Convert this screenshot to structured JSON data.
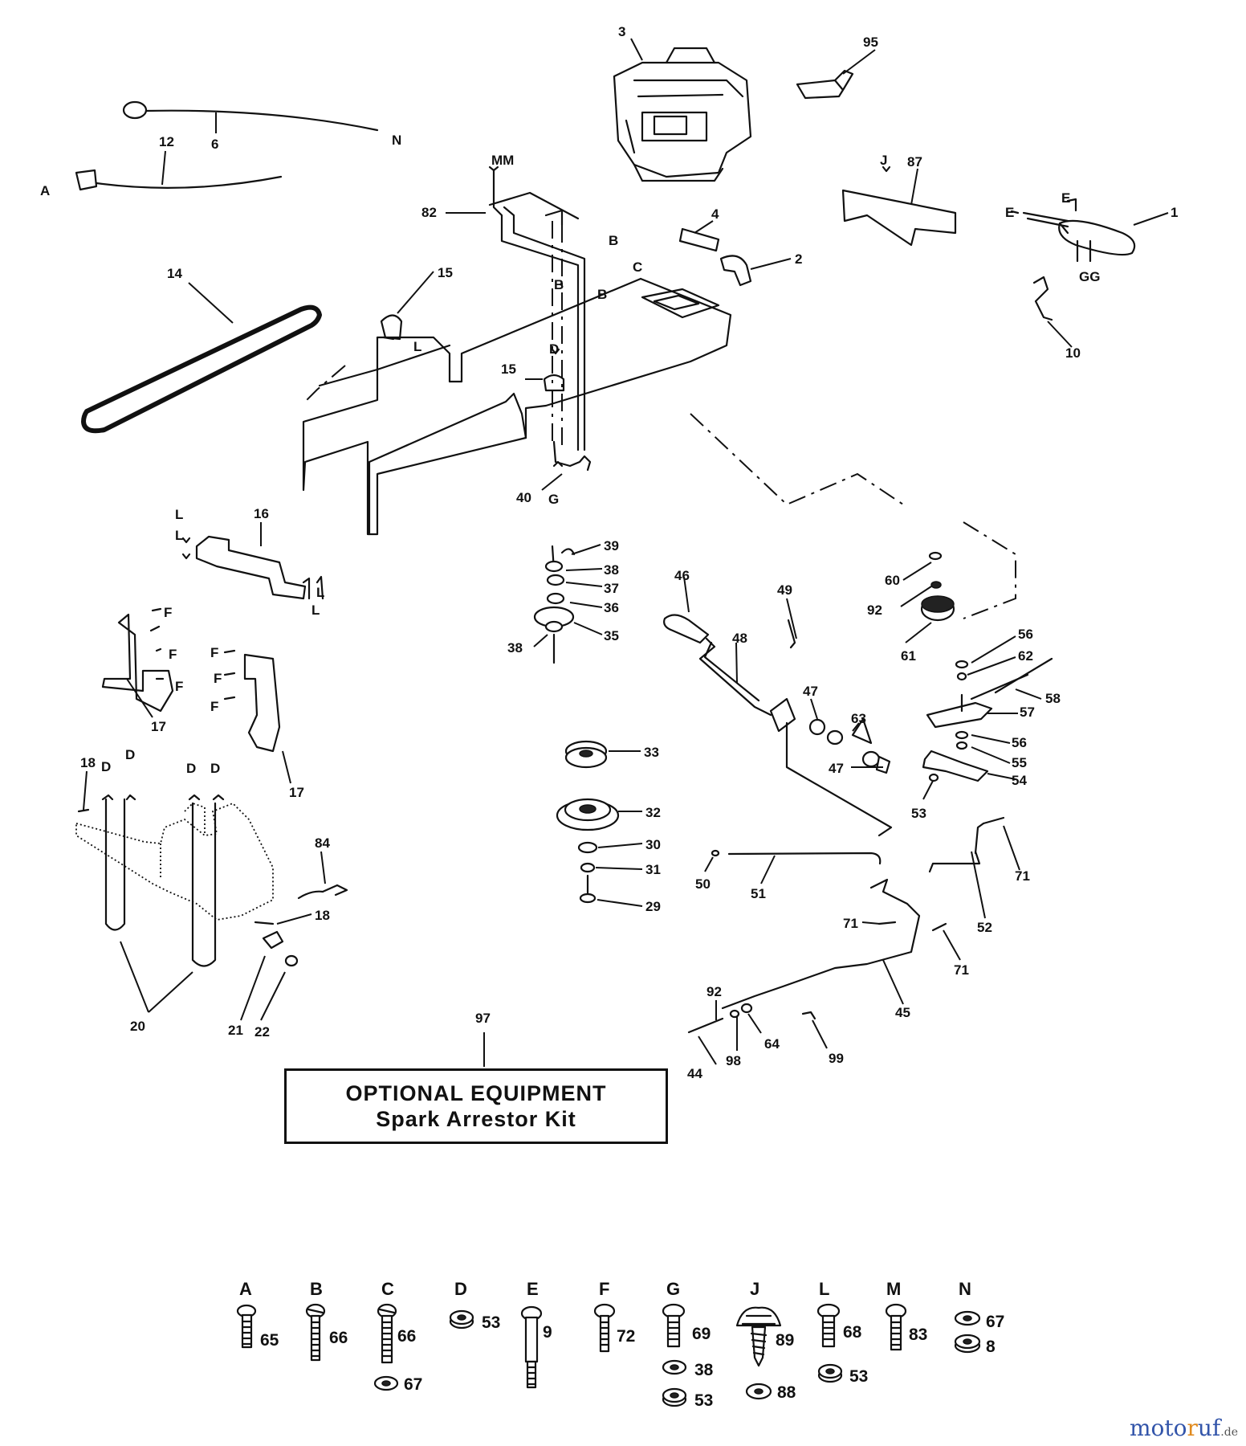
{
  "optional_box": {
    "line1": "OPTIONAL EQUIPMENT",
    "line2": "Spark Arrestor Kit",
    "ref": "97"
  },
  "parts": [
    {
      "id": "p3",
      "label": "3"
    },
    {
      "id": "p95",
      "label": "95"
    },
    {
      "id": "p6",
      "label": "6"
    },
    {
      "id": "p12",
      "label": "12"
    },
    {
      "id": "p82",
      "label": "82"
    },
    {
      "id": "p87",
      "label": "87"
    },
    {
      "id": "p1",
      "label": "1"
    },
    {
      "id": "p4",
      "label": "4"
    },
    {
      "id": "p2",
      "label": "2"
    },
    {
      "id": "p10",
      "label": "10"
    },
    {
      "id": "p14",
      "label": "14"
    },
    {
      "id": "p15a",
      "label": "15"
    },
    {
      "id": "p15b",
      "label": "15"
    },
    {
      "id": "p40",
      "label": "40"
    },
    {
      "id": "p16",
      "label": "16"
    },
    {
      "id": "p17a",
      "label": "17"
    },
    {
      "id": "p17b",
      "label": "17"
    },
    {
      "id": "p18a",
      "label": "18"
    },
    {
      "id": "p18b",
      "label": "18"
    },
    {
      "id": "p84",
      "label": "84"
    },
    {
      "id": "p20",
      "label": "20"
    },
    {
      "id": "p21",
      "label": "21"
    },
    {
      "id": "p22",
      "label": "22"
    },
    {
      "id": "p39",
      "label": "39"
    },
    {
      "id": "p38a",
      "label": "38"
    },
    {
      "id": "p37",
      "label": "37"
    },
    {
      "id": "p36",
      "label": "36"
    },
    {
      "id": "p38b",
      "label": "38"
    },
    {
      "id": "p35",
      "label": "35"
    },
    {
      "id": "p33",
      "label": "33"
    },
    {
      "id": "p32",
      "label": "32"
    },
    {
      "id": "p30",
      "label": "30"
    },
    {
      "id": "p31",
      "label": "31"
    },
    {
      "id": "p29",
      "label": "29"
    },
    {
      "id": "p46",
      "label": "46"
    },
    {
      "id": "p48",
      "label": "48"
    },
    {
      "id": "p49",
      "label": "49"
    },
    {
      "id": "p47a",
      "label": "47"
    },
    {
      "id": "p63",
      "label": "63"
    },
    {
      "id": "p47b",
      "label": "47"
    },
    {
      "id": "p50",
      "label": "50"
    },
    {
      "id": "p51",
      "label": "51"
    },
    {
      "id": "p60",
      "label": "60"
    },
    {
      "id": "p92a",
      "label": "92"
    },
    {
      "id": "p61",
      "label": "61"
    },
    {
      "id": "p56a",
      "label": "56"
    },
    {
      "id": "p62",
      "label": "62"
    },
    {
      "id": "p58",
      "label": "58"
    },
    {
      "id": "p57",
      "label": "57"
    },
    {
      "id": "p56b",
      "label": "56"
    },
    {
      "id": "p55",
      "label": "55"
    },
    {
      "id": "p54",
      "label": "54"
    },
    {
      "id": "p53",
      "label": "53"
    },
    {
      "id": "p71a",
      "label": "71"
    },
    {
      "id": "p52",
      "label": "52"
    },
    {
      "id": "p71b",
      "label": "71"
    },
    {
      "id": "p71c",
      "label": "71"
    },
    {
      "id": "p45",
      "label": "45"
    },
    {
      "id": "p92b",
      "label": "92"
    },
    {
      "id": "p64",
      "label": "64"
    },
    {
      "id": "p98",
      "label": "98"
    },
    {
      "id": "p44",
      "label": "44"
    },
    {
      "id": "p99",
      "label": "99"
    }
  ],
  "letters": [
    {
      "id": "lMM",
      "label": "MM"
    },
    {
      "id": "lN",
      "label": "N"
    },
    {
      "id": "lA",
      "label": "A"
    },
    {
      "id": "lJ",
      "label": "J"
    },
    {
      "id": "lE1",
      "label": "E"
    },
    {
      "id": "lE2",
      "label": "E"
    },
    {
      "id": "lGG",
      "label": "GG"
    },
    {
      "id": "lB1",
      "label": "B"
    },
    {
      "id": "lB2",
      "label": "B"
    },
    {
      "id": "lB3",
      "label": "B"
    },
    {
      "id": "lC",
      "label": "C"
    },
    {
      "id": "lD1",
      "label": "D"
    },
    {
      "id": "lL1",
      "label": "L"
    },
    {
      "id": "lG",
      "label": "G"
    },
    {
      "id": "lL2",
      "label": "L"
    },
    {
      "id": "lL3",
      "label": "L"
    },
    {
      "id": "lL4",
      "label": "L"
    },
    {
      "id": "lL5",
      "label": "L"
    },
    {
      "id": "lF1",
      "label": "F"
    },
    {
      "id": "lF2",
      "label": "F"
    },
    {
      "id": "lF3",
      "label": "F"
    },
    {
      "id": "lF4",
      "label": "F"
    },
    {
      "id": "lF5",
      "label": "F"
    },
    {
      "id": "lF6",
      "label": "F"
    },
    {
      "id": "lD2",
      "label": "D"
    },
    {
      "id": "lD3",
      "label": "D"
    },
    {
      "id": "lD4",
      "label": "D"
    },
    {
      "id": "lD5",
      "label": "D"
    }
  ],
  "hardware": [
    {
      "letter": "A",
      "items": [
        "65"
      ]
    },
    {
      "letter": "B",
      "items": [
        "66"
      ]
    },
    {
      "letter": "C",
      "items": [
        "66",
        "67"
      ]
    },
    {
      "letter": "D",
      "items": [
        "53"
      ]
    },
    {
      "letter": "E",
      "items": [
        "9"
      ]
    },
    {
      "letter": "F",
      "items": [
        "72"
      ]
    },
    {
      "letter": "G",
      "items": [
        "69",
        "38",
        "53"
      ]
    },
    {
      "letter": "J",
      "items": [
        "89",
        "88"
      ]
    },
    {
      "letter": "L",
      "items": [
        "68",
        "53"
      ]
    },
    {
      "letter": "M",
      "items": [
        "83"
      ]
    },
    {
      "letter": "N",
      "items": [
        "67",
        "8"
      ]
    }
  ],
  "watermark": {
    "brand1": "moto",
    "brand2": "r",
    "brand3": "uf",
    "tld": ".de"
  }
}
